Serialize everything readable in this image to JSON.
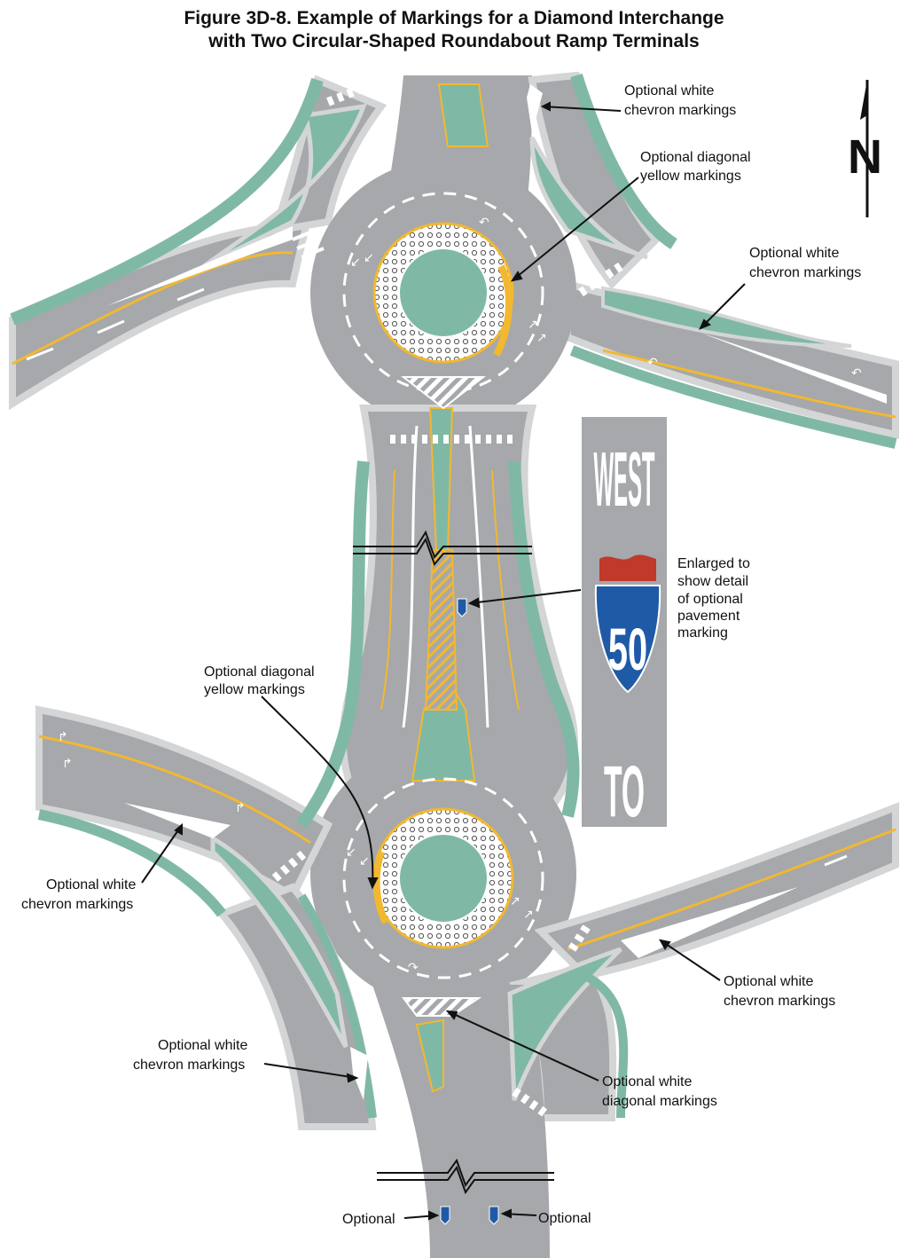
{
  "figure": {
    "title_line1": "Figure 3D-8.  Example of Markings for a Diamond Interchange",
    "title_line2": "with Two Circular-Shaped Roundabout Ramp Terminals"
  },
  "north_arrow": {
    "letter": "N"
  },
  "callouts": {
    "top_chevron": [
      "Optional white",
      "chevron markings"
    ],
    "top_diagonal_yellow": [
      "Optional diagonal",
      "yellow markings"
    ],
    "top_right_chevron": [
      "Optional white",
      "chevron markings"
    ],
    "enlarged": [
      "Enlarged to",
      "show detail",
      "of optional",
      "pavement",
      "marking"
    ],
    "mid_diagonal_yellow": [
      "Optional diagonal",
      "yellow markings"
    ],
    "left_chevron": [
      "Optional white",
      "chevron markings"
    ],
    "bottom_right_chevron": [
      "Optional white",
      "chevron markings"
    ],
    "bottom_left_chevron": [
      "Optional white",
      "chevron markings"
    ],
    "bottom_diagonal_white": [
      "Optional white",
      "diagonal markings"
    ],
    "optional_left": "Optional",
    "optional_right": "Optional"
  },
  "pavement_sign": {
    "top_word": "WEST",
    "route_number": "50",
    "bottom_word": "TO",
    "colors": {
      "background": "#a6a8ab",
      "shield_red": "#c0392b",
      "shield_blue": "#1f5aa6",
      "text": "#ffffff"
    }
  },
  "colors": {
    "pavement": "#a6a8ab",
    "island": "#7fb9a6",
    "yellow_marking": "#f2b830",
    "white_marking": "#ffffff",
    "curb": "#d4d5d6"
  }
}
